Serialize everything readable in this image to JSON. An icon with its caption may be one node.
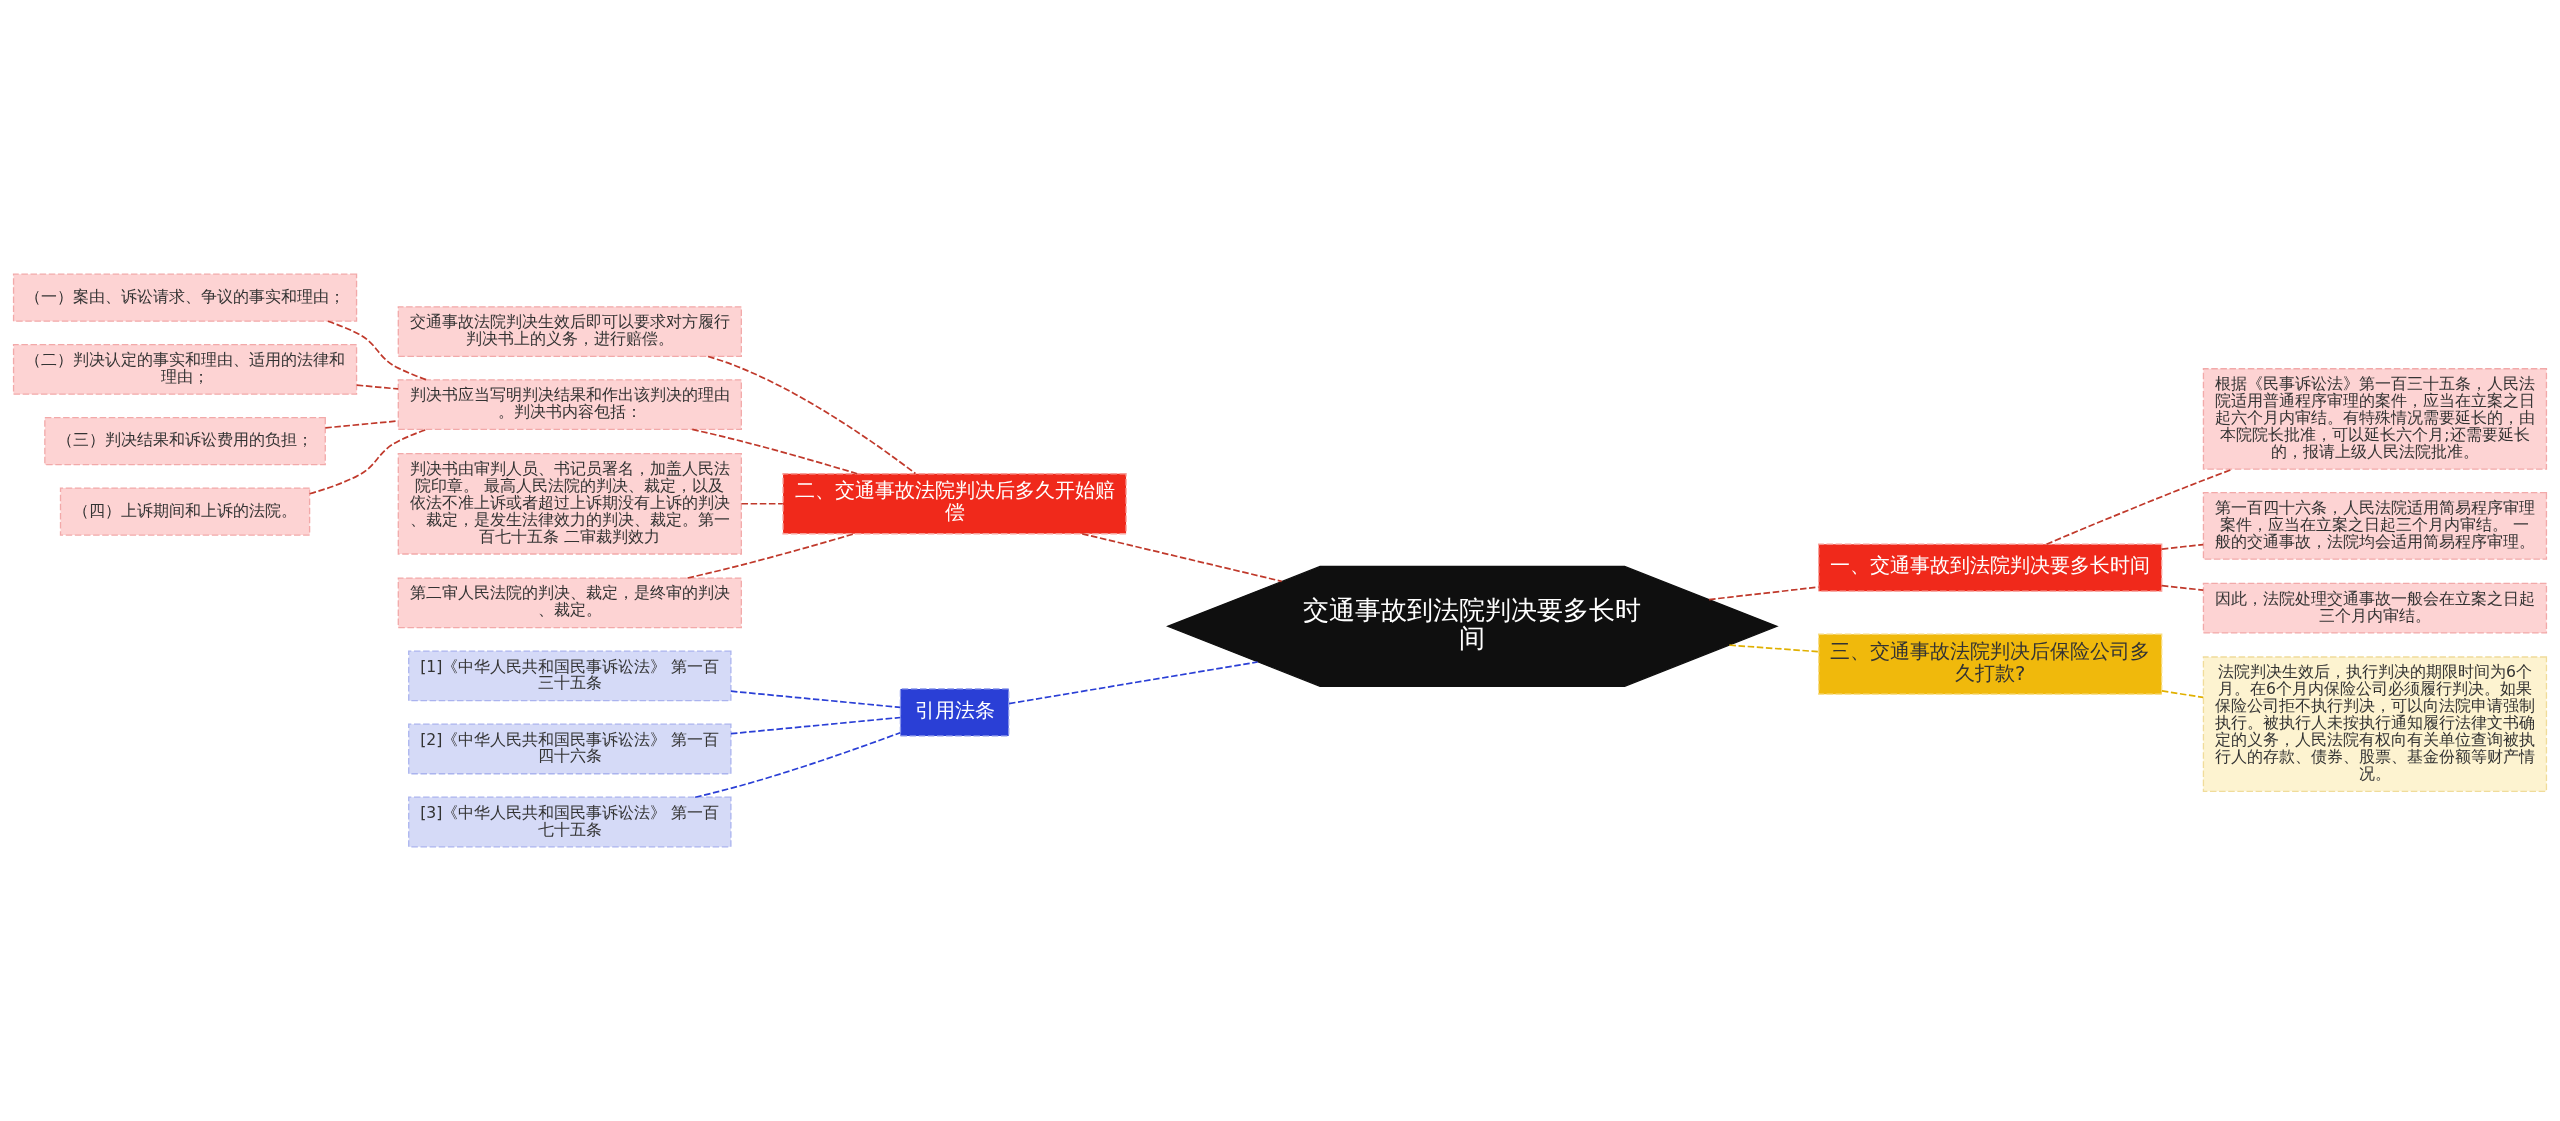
{
  "diagram": {
    "nodes": [
      {
        "text": [
          "交通事故到法院判决要多长时间"
        ]
      },
      {
        "text": [
          "二、交通事故法院判决后多久开始赔偿"
        ]
      },
      {
        "text": [
          "交通事故法院判决生效后即可以要求对方履行判决书上的义务，进行赔偿。"
        ]
      },
      {
        "text": [
          "判决书应当写明判决结果和作出该判决的理由。判决书内容包括："
        ]
      },
      {
        "text": [
          "（一）案由、诉讼请求、争议的事实和理由；"
        ]
      },
      {
        "text": [
          "（二）判决认定的事实和理由、适用的法律和理由；"
        ]
      },
      {
        "text": [
          "（三）判决结果和诉讼费用的负担；"
        ]
      },
      {
        "text": [
          "（四）上诉期间和上诉的法院。"
        ]
      },
      {
        "text": [
          "判决书由审判人员、书记员署名，加盖人民法院印章。 最高人民法院的判决、裁定，以及依法不准上诉或者超过上诉期没有上诉的判决、裁定，是发生法律效力的判决、裁定。第一百七十五条 二审裁判效力"
        ]
      },
      {
        "text": [
          "第二审人民法院的判决、裁定，是终审的判决、裁定。"
        ]
      },
      {
        "text": [
          "引用法条"
        ]
      },
      {
        "text": [
          "[1]《中华人民共和国民事诉讼法》 第一百三十五条"
        ]
      },
      {
        "text": [
          "[2]《中华人民共和国民事诉讼法》 第一百四十六条"
        ]
      },
      {
        "text": [
          "[3]《中华人民共和国民事诉讼法》 第一百七十五条"
        ]
      },
      {
        "text": [
          "一、交通事故到法院判决要多长时间"
        ]
      },
      {
        "text": [
          "根据《民事诉讼法》第一百三十五条，人民法院适用普通程序审理的案件，应当在立案之日起六个月内审结。有特殊情况需要延长的，由本院院长批准，可以延长六个月;还需要延长的，报请上级人民法院批准。"
        ]
      },
      {
        "text": [
          "第一百四十六条，人民法院适用简易程序审理案件，应当在立案之日起三个月内审结。 一般的交通事故，法院均会适用简易程序审理。"
        ]
      },
      {
        "text": [
          "因此，法院处理交通事故一般会在立案之日起三个月内审结。"
        ]
      },
      {
        "text": [
          "三、交通事故法院判决后保险公司多久打款?"
        ]
      },
      {
        "text": [
          "法院判决生效后，执行判决的期限时间为6个月。在6个月内保险公司必须履行判决。如果保险公司拒不执行判决，可以向法院申请强制执行。被执行人未按执行通知履行法律文书确定的义务，人民法院有权向有关单位查询被执行人的存款、债券、股票、基金份额等财产情况。"
        ]
      }
    ],
    "edges": [
      {
        "from": 1,
        "to": 0,
        "arrow": "none",
        "style": "dashed"
      },
      {
        "from": 2,
        "to": 1,
        "arrow": "none",
        "style": "dashed"
      },
      {
        "from": 3,
        "to": 1,
        "arrow": "none",
        "style": "dashed"
      },
      {
        "from": 4,
        "to": 3,
        "arrow": "none",
        "style": "dashed"
      },
      {
        "from": 5,
        "to": 3,
        "arrow": "none",
        "style": "dashed"
      },
      {
        "from": 6,
        "to": 3,
        "arrow": "none",
        "style": "dashed"
      },
      {
        "from": 7,
        "to": 3,
        "arrow": "none",
        "style": "dashed"
      },
      {
        "from": 8,
        "to": 1,
        "arrow": "none",
        "style": "dashed"
      },
      {
        "from": 9,
        "to": 1,
        "arrow": "none",
        "style": "dashed"
      },
      {
        "from": 10,
        "to": 0,
        "arrow": "none",
        "style": "dashed",
        "color": "#2a3fd6"
      },
      {
        "from": 11,
        "to": 10,
        "arrow": "none",
        "style": "dashed",
        "color": "#2a3fd6"
      },
      {
        "from": 12,
        "to": 10,
        "arrow": "none",
        "style": "dashed",
        "color": "#2a3fd6"
      },
      {
        "from": 13,
        "to": 10,
        "arrow": "none",
        "style": "dashed",
        "color": "#2a3fd6"
      },
      {
        "from": 0,
        "to": 14,
        "arrow": "none",
        "style": "dashed"
      },
      {
        "from": 14,
        "to": 15,
        "arrow": "none",
        "style": "dashed"
      },
      {
        "from": 14,
        "to": 16,
        "arrow": "none",
        "style": "dashed"
      },
      {
        "from": 14,
        "to": 17,
        "arrow": "none",
        "style": "dashed"
      },
      {
        "from": 0,
        "to": 18,
        "arrow": "none",
        "style": "dashed",
        "color": "#e0b000"
      },
      {
        "from": 18,
        "to": 19,
        "arrow": "none",
        "style": "dashed",
        "color": "#e0b000"
      }
    ]
  }
}
